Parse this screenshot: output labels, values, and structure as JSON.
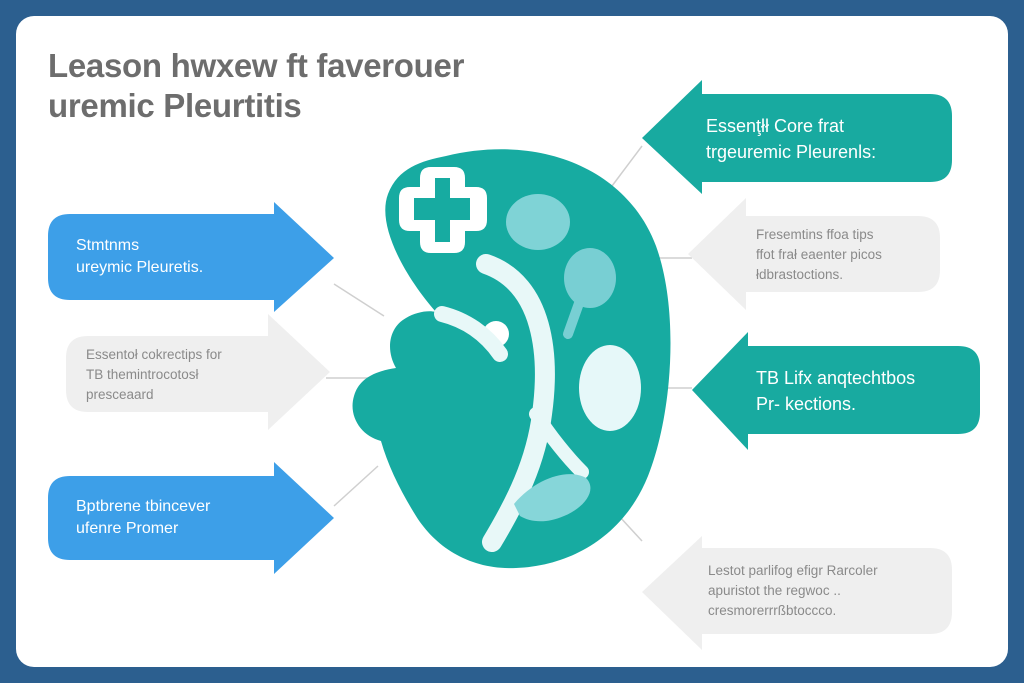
{
  "title": {
    "line1": "Leason hwxew ft faverouer",
    "line2": "uremic Pleurtitis"
  },
  "callouts": {
    "left_top": {
      "line1": "Stmtnms",
      "line2": "ureymic Pleuretis."
    },
    "left_middle": {
      "line1": "Essentoł cokrectips for",
      "line2": "TB themintrocotosł",
      "line3": "presceaard"
    },
    "left_bottom": {
      "line1": "Bptbrene tbincever",
      "line2": "ufenre Promer"
    },
    "right_top": {
      "line1": "Essenţłł Core frat",
      "line2": "trgeuremic Pleurenls:"
    },
    "right_upper_middle": {
      "line1": "Fresemtins ffoa tips",
      "line2": "ffot frał eaenter picos",
      "line3": "łdbrastoctions."
    },
    "right_lower_middle": {
      "line1": "TB Lifx anqtechtbos",
      "line2": "Pr- kections."
    },
    "right_bottom": {
      "line1": "Lestot parlifog efigr Rarcoler",
      "line2": "apuristot the regwoc ..",
      "line3": "cresmorerrrßbtoccco."
    }
  },
  "colors": {
    "background": "#2c5f8f",
    "card": "#ffffff",
    "title": "#6d6d6d",
    "blue": "#3d9fe8",
    "teal": "#18aaa0",
    "gray": "#efefef",
    "organ": "#17aba1"
  },
  "icons": {
    "center": "kidney-organ-icon",
    "medical": "medical-cross-icon"
  }
}
